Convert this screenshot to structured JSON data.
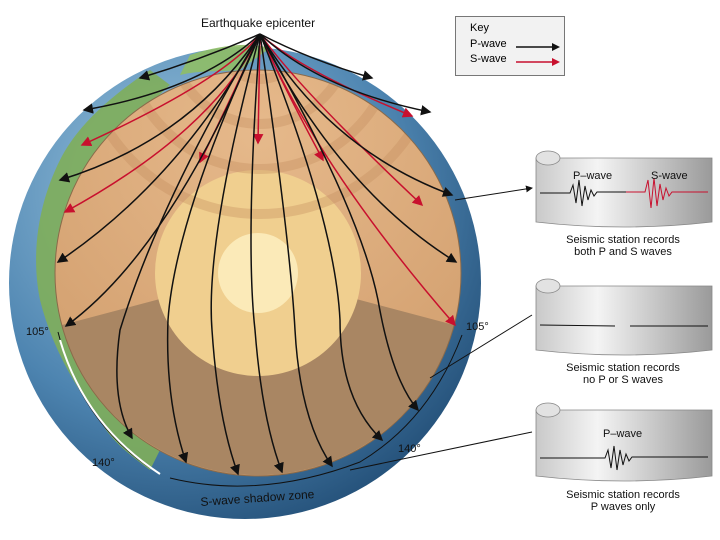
{
  "title": "Earthquake epicenter",
  "key": {
    "title": "Key",
    "items": [
      {
        "label": "P-wave",
        "color": "#111111"
      },
      {
        "label": "S-wave",
        "color": "#c8102e"
      }
    ]
  },
  "angles": {
    "left_105": "105°",
    "right_105": "105°",
    "left_140": "140°",
    "right_140": "140°"
  },
  "shadow_zone_label": "S-wave shadow zone",
  "stations": [
    {
      "wave_labels": [
        "P–wave",
        "S-wave"
      ],
      "caption_line1": "Seismic station records",
      "caption_line2": "both P and S waves"
    },
    {
      "wave_labels": [],
      "caption_line1": "Seismic station records",
      "caption_line2": "no P or S waves"
    },
    {
      "wave_labels": [
        "P–wave"
      ],
      "caption_line1": "Seismic station records",
      "caption_line2": "P waves only"
    }
  ],
  "colors": {
    "p_wave": "#111111",
    "s_wave": "#c8102e",
    "mantle": "#d9a97a",
    "outer_core": "#f0cf8f",
    "inner_core": "#fbeab8",
    "shadow_mantle": "#a98663",
    "ocean": "#5b8db5",
    "land": "#7fae5a"
  }
}
